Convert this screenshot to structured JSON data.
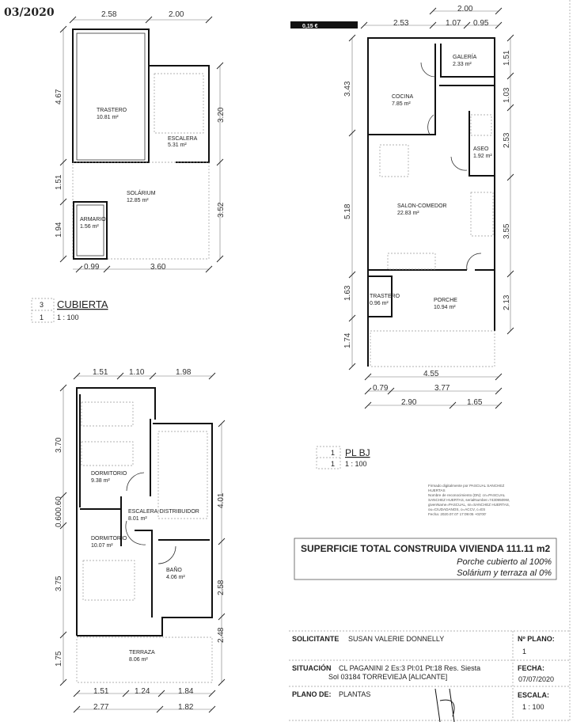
{
  "header": {
    "date_stamp": "03/2020",
    "price_tag": "0,15 €"
  },
  "plan_cubierta": {
    "number": "3",
    "sheet": "1",
    "title": "CUBIERTA",
    "scale": "1 : 100",
    "rooms": [
      {
        "name": "TRASTERO",
        "area": "10.81 m²"
      },
      {
        "name": "ESCALERA",
        "area": "5.31 m²"
      },
      {
        "name": "SOLÁRIUM",
        "area": "12.85 m²"
      },
      {
        "name": "ARMARIO",
        "area": "1.56 m²"
      }
    ],
    "dims": {
      "top": [
        "2.58",
        "2.00"
      ],
      "left": [
        "4.67",
        "1.51",
        "1.94"
      ],
      "right": [
        "3.20",
        "3.52"
      ],
      "bottom": [
        "0.99",
        "3.60"
      ]
    }
  },
  "plan_bj": {
    "number": "1",
    "sheet": "1",
    "title": "PL BJ",
    "scale": "1 : 100",
    "rooms": [
      {
        "name": "GALERÍA",
        "area": "2.33 m²"
      },
      {
        "name": "COCINA",
        "area": "7.85 m²"
      },
      {
        "name": "ASEO",
        "area": "1.92 m²"
      },
      {
        "name": "SALON-COMEDOR",
        "area": "22.83 m²"
      },
      {
        "name": "TRASTERO",
        "area": "0.96 m²"
      },
      {
        "name": "PORCHE",
        "area": "10.94 m²"
      }
    ],
    "dims": {
      "top": [
        "2.00",
        "2.53",
        "1.07",
        "0.95"
      ],
      "left": [
        "3.43",
        "5.18",
        "1.63",
        "1.74"
      ],
      "right": [
        "1.51",
        "1.03",
        "2.53",
        "3.55",
        "2.13"
      ],
      "bottom": [
        "4.55",
        "0.79",
        "3.77",
        "2.90",
        "1.65"
      ]
    }
  },
  "plan_pa": {
    "rooms": [
      {
        "name": "DORMITORIO",
        "area": "9.38 m²"
      },
      {
        "name": "ESCALERA-DISTRIBUIDOR",
        "area": "8.01 m²"
      },
      {
        "name": "DORMITORIO",
        "area": "10.07 m²"
      },
      {
        "name": "BAÑO",
        "area": "4.06 m²"
      },
      {
        "name": "TERRAZA",
        "area": "8.06 m²"
      }
    ],
    "dims": {
      "top": [
        "1.51",
        "1.10",
        "1.98"
      ],
      "left": [
        "3.70",
        "0.600.60",
        "3.75",
        "1.75"
      ],
      "right": [
        "4.01",
        "2.58",
        "2.48"
      ],
      "bottom": [
        "1.51",
        "1.24",
        "1.84",
        "2.77",
        "1.82"
      ]
    }
  },
  "signature": [
    "Firmado digitalmente por PASCUAL SANCHEZ",
    "HUERTAS",
    "Nombre de reconocimiento (DN): cn=PASCUAL",
    "SANCHEZ HUERTAS, serialNumber=74309509W,",
    "givenName=PASCUAL, sn=SANCHEZ HUERTAS,",
    "ou=CIUDADANOS, o=ACCV, c=ES",
    "Fecha: 2020.07.07 17:09:05 +02'00'"
  ],
  "summary": {
    "title": "SUPERFICIE TOTAL CONSTRUIDA VIVIENDA 111.11 m2",
    "line1": "Porche cubierto al 100%",
    "line2": "Solárium y terraza al 0%"
  },
  "title_block": {
    "solicitante_label": "SOLICITANTE",
    "solicitante": "SUSAN VALERIE DONNELLY",
    "situacion_label": "SITUACIÓN",
    "situacion_1": "CL PAGANINI 2 Es:3 Pl:01 Pt:18 Res. Siesta",
    "situacion_2": "Sol  03184 TORREVIEJA [ALICANTE]",
    "plano_de_label": "PLANO DE:",
    "plano_de": "PLANTAS",
    "n_plano_label": "Nº PLANO:",
    "n_plano": "1",
    "fecha_label": "FECHA:",
    "fecha": "07/07/2020",
    "escala_label": "ESCALA:",
    "escala": "1 : 100"
  }
}
